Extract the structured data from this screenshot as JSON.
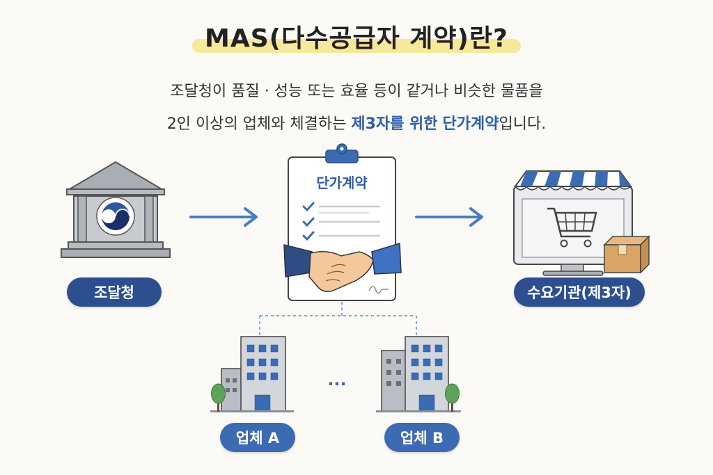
{
  "title": "MAS(다수공급자 계약)란?",
  "description": {
    "line1": "조달청이 품질 · 성능 또는 효율 등이 같거나 비슷한 물품을",
    "line2_prefix": "2인 이상의 업체와 체결하는 ",
    "line2_highlight1": "제3자를 위한",
    "line2_space": " ",
    "line2_highlight2": "단가계약",
    "line2_suffix": "입니다."
  },
  "nodes": {
    "procurement": "조달청",
    "contract_doc": "단가계약",
    "agency": "수요기관(제3자)",
    "company_a": "업체 A",
    "company_b": "업체 B",
    "ellipsis": "···"
  },
  "colors": {
    "accent": "#2c4f8f",
    "highlight": "#2d5ea8",
    "title_marker": "#f8e89a",
    "arrow": "#4a7cc4"
  }
}
